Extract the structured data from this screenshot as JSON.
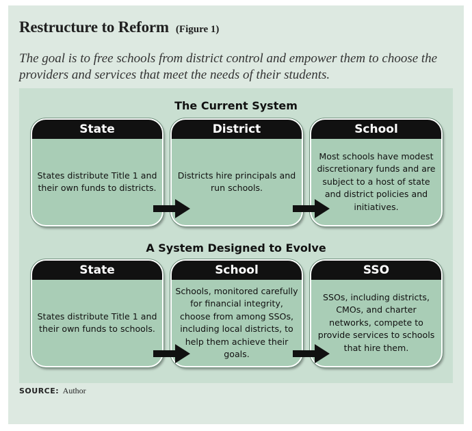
{
  "figure": {
    "title": "Restructure to Reform",
    "figure_label": "(Figure 1)",
    "subtitle": "The goal is to free schools from district control and empower them to choose the providers and services that meet the needs of their students."
  },
  "current_system": {
    "title": "The Current System",
    "boxes": [
      {
        "heading": "State",
        "body": "States distribute Title 1 and their own funds to districts."
      },
      {
        "heading": "District",
        "body": "Districts hire principals and run schools."
      },
      {
        "heading": "School",
        "body": "Most schools have modest discretionary funds and are subject to a host of state and district policies and initiatives."
      }
    ]
  },
  "evolving_system": {
    "title": "A System Designed to Evolve",
    "boxes": [
      {
        "heading": "State",
        "body": "States distribute Title 1 and their own funds to schools."
      },
      {
        "heading": "School",
        "body": "Schools, monitored carefully for financial integrity, choose from among SSOs, including local districts, to help them achieve their goals."
      },
      {
        "heading": "SSO",
        "body": "SSOs, including districts, CMOs, and charter networks, compete to provide services to schools that hire them."
      }
    ]
  },
  "source": {
    "label": "SOURCE:",
    "value": "Author"
  },
  "colors": {
    "outer_background": "#dde9e1",
    "panel_background": "#c9dfd1",
    "box_fill": "#a9cdb6",
    "box_header": "#111111",
    "arrow": "#111111"
  }
}
